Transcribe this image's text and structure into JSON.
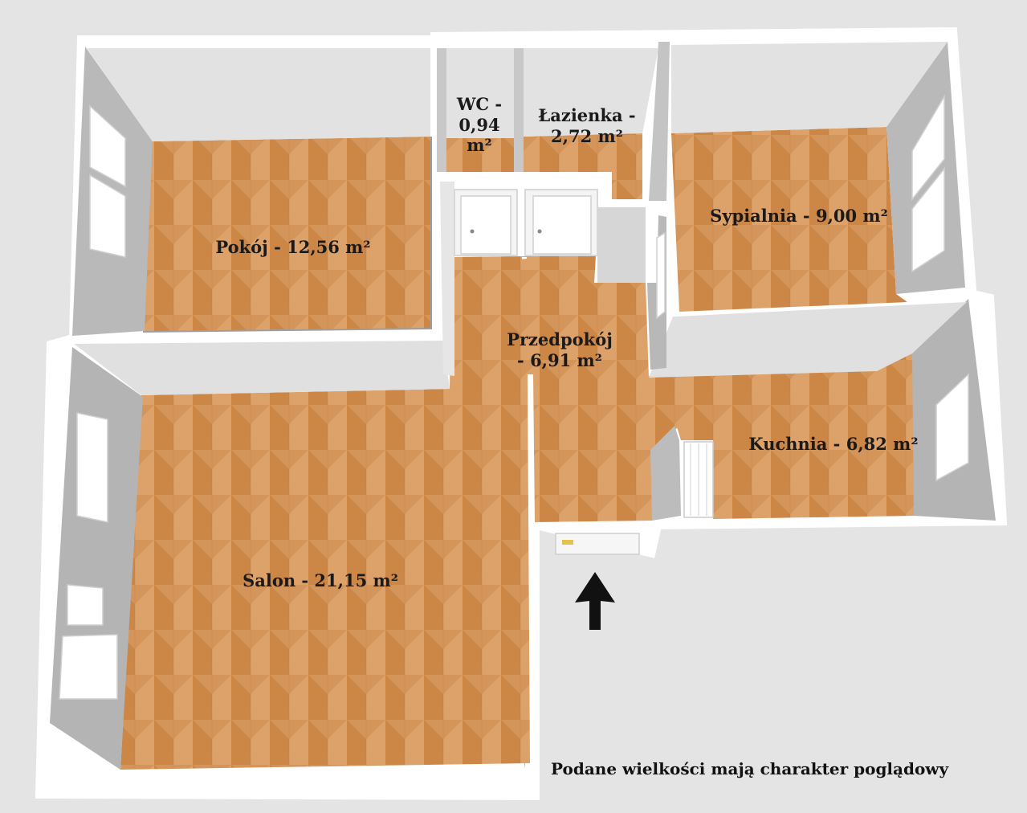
{
  "rooms": {
    "wc": {
      "lines": [
        "WC -",
        "0,94",
        "m²"
      ]
    },
    "lazienka": {
      "lines": [
        "Łazienka -",
        "2,72 m²"
      ]
    },
    "pokoj": {
      "lines": [
        "Pokój - 12,56 m²"
      ]
    },
    "sypialnia": {
      "lines": [
        "Sypialnia - 9,00 m²"
      ]
    },
    "przedpokoj": {
      "lines": [
        "Przedpokój",
        "- 6,91 m²"
      ]
    },
    "kuchnia": {
      "lines": [
        "Kuchnia - 6,82 m²"
      ]
    },
    "salon": {
      "lines": [
        "Salon - 21,15 m²"
      ]
    }
  },
  "footnote": "Podane wielkości mają charakter poglądowy",
  "colors": {
    "background": "#e4e4e4",
    "wall_top": "#ffffff",
    "wall_side": "#bdbdbd",
    "floor_light": "#d99a5c",
    "floor_dark": "#c77d3f",
    "entrance_arrow": "#111111"
  },
  "icons": [
    "entrance-arrow-icon",
    "door-icon",
    "window-icon"
  ]
}
